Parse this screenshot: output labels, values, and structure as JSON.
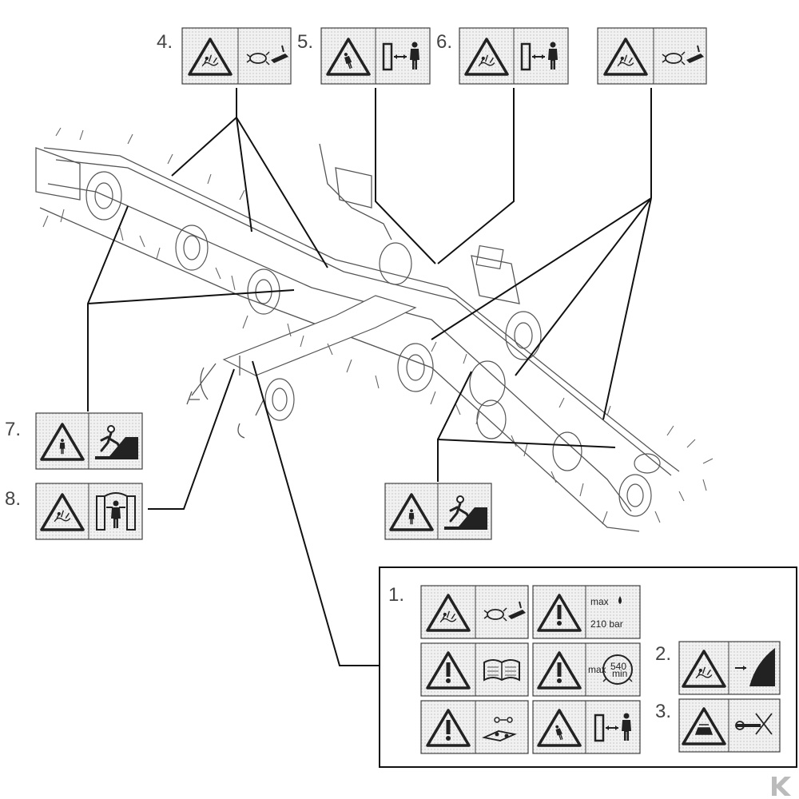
{
  "figure": {
    "labels": {
      "l1": "1.",
      "l2": "2.",
      "l3": "3.",
      "l4": "4.",
      "l5": "5.",
      "l6": "6.",
      "l7": "7.",
      "l8": "8."
    },
    "pressure_max": "max",
    "pressure_value": "210 bar",
    "pto_max": "max",
    "pto_rpm": "540",
    "pto_unit": "min"
  },
  "icons": {
    "warning": "warning-triangle-icon",
    "manual": "read-manual-icon",
    "hydraulic": "hydraulic-oil-drop-icon",
    "pto": "pto-speed-icon",
    "distance": "keep-distance-icon",
    "rotor": "rotating-tines-icon",
    "fall": "no-climbing-icon",
    "crush": "crush-hazard-icon"
  },
  "colors": {
    "line": "#111111",
    "decal_bg": "#eeeeee",
    "decal_border": "#444444",
    "drawing": "#555555"
  }
}
